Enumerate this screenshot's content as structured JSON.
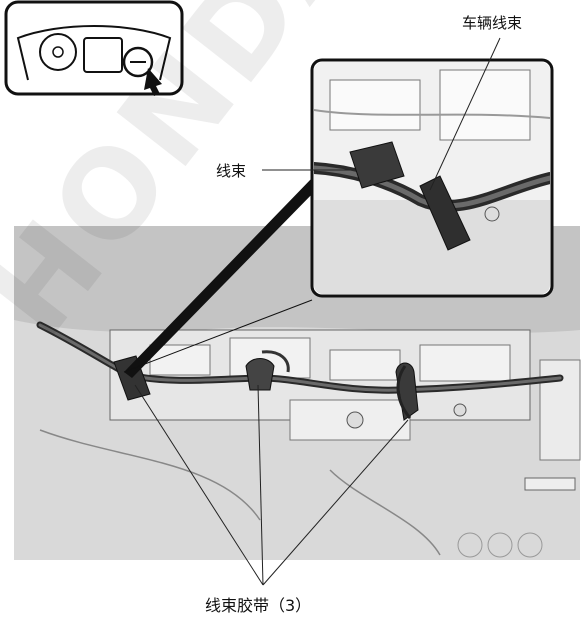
{
  "callouts": {
    "harness": "线束",
    "vehicle_harness": "车辆线束",
    "harness_bands": "线束胶带（3）"
  },
  "watermark": "HONDA",
  "icons": {
    "locator": "dashboard-location-icon"
  }
}
